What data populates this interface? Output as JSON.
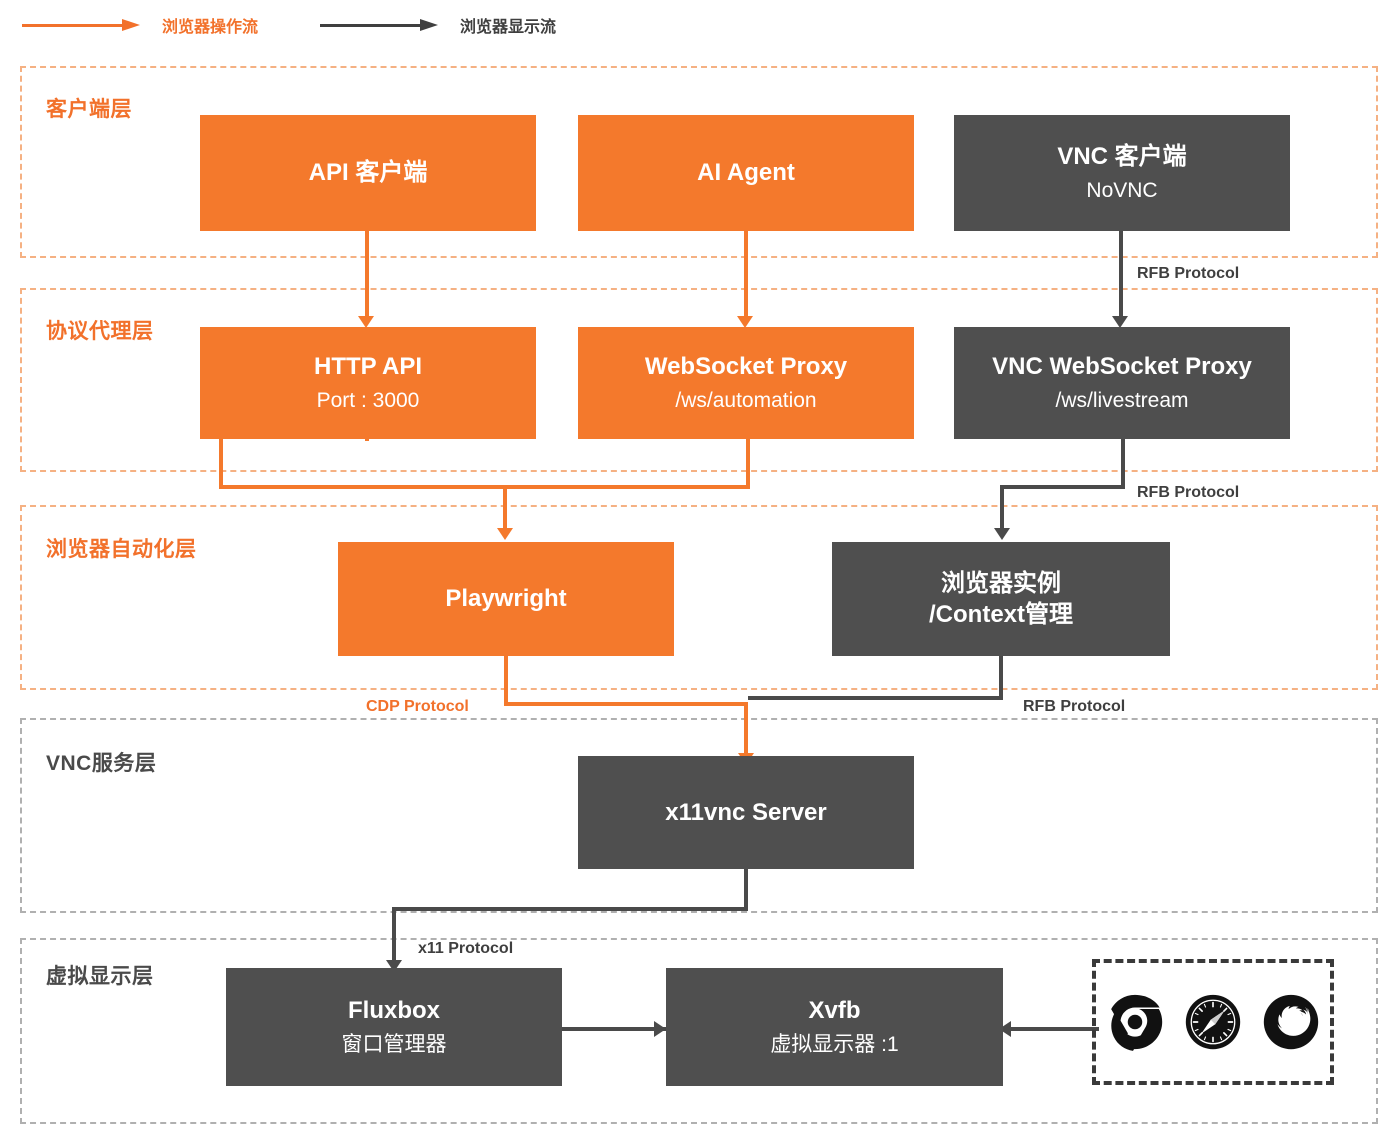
{
  "legend": {
    "items": [
      {
        "label": "浏览器操作流",
        "color": "#F2712B",
        "icon": "arrow-right-icon"
      },
      {
        "label": "浏览器显示流",
        "color": "#3F3F3F",
        "icon": "arrow-right-icon"
      }
    ]
  },
  "layers": [
    {
      "id": "client",
      "title": "客户端层",
      "style": "orange"
    },
    {
      "id": "proxy",
      "title": "协议代理层",
      "style": "orange"
    },
    {
      "id": "automation",
      "title": "浏览器自动化层",
      "style": "orange"
    },
    {
      "id": "vnc",
      "title": "VNC服务层",
      "style": "gray"
    },
    {
      "id": "display",
      "title": "虚拟显示层",
      "style": "gray"
    }
  ],
  "nodes": {
    "api_client": {
      "title": "API 客户端",
      "sub": "",
      "style": "orange"
    },
    "ai_agent": {
      "title": "AI Agent",
      "sub": "",
      "style": "orange"
    },
    "vnc_client": {
      "title": "VNC 客户端",
      "sub": "NoVNC",
      "style": "gray"
    },
    "http_api": {
      "title": "HTTP API",
      "sub": "Port : 3000",
      "style": "orange"
    },
    "ws_proxy": {
      "title": "WebSocket Proxy",
      "sub": "/ws/automation",
      "style": "orange"
    },
    "vnc_ws_proxy": {
      "title": "VNC WebSocket Proxy",
      "sub": "/ws/livestream",
      "style": "gray"
    },
    "playwright": {
      "title": "Playwright",
      "sub": "",
      "style": "orange"
    },
    "browser_context": {
      "title_line1": "浏览器实例",
      "title_line2": "/Context管理",
      "style": "gray"
    },
    "x11vnc": {
      "title": "x11vnc Server",
      "sub": "",
      "style": "gray"
    },
    "fluxbox": {
      "title": "Fluxbox",
      "sub": "窗口管理器",
      "style": "gray"
    },
    "xvfb": {
      "title": "Xvfb",
      "sub": "虚拟显示器 :1",
      "style": "gray"
    }
  },
  "edge_labels": {
    "rfb_top": "RFB Protocol",
    "rfb_mid": "RFB Protocol",
    "cdp": "CDP Protocol",
    "rfb_bottom": "RFB Protocol",
    "x11": "x11 Protocol"
  },
  "browsers": [
    {
      "name": "chrome-icon"
    },
    {
      "name": "safari-icon"
    },
    {
      "name": "firefox-icon"
    }
  ],
  "colors": {
    "orange": "#F4792C",
    "gray": "#4F4F4F",
    "orange_dash": "#F5B183",
    "gray_dash": "#B0B0B0"
  }
}
